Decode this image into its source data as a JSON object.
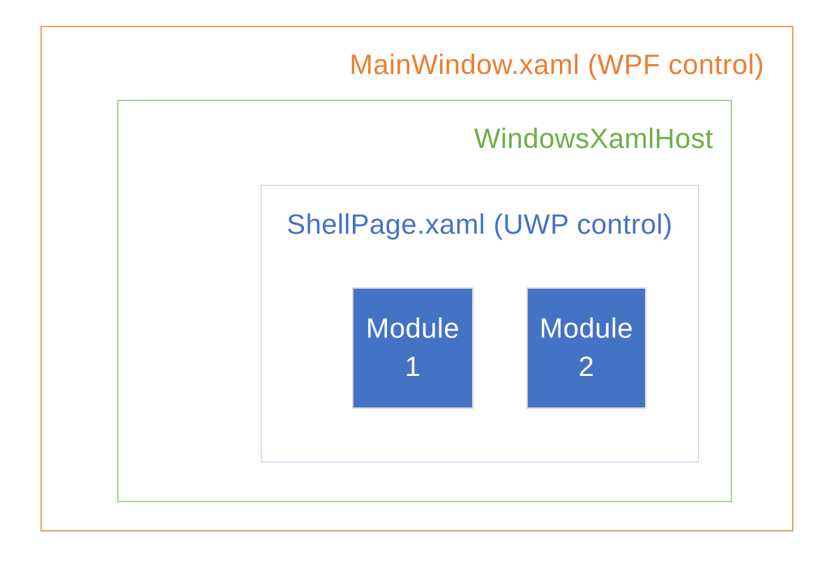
{
  "diagram": {
    "boxes": {
      "outer": {
        "label": "MainWindow.xaml (WPF control)"
      },
      "host": {
        "label": "WindowsXamlHost"
      },
      "shell": {
        "label": "ShellPage.xaml (UWP control)"
      }
    },
    "modules": [
      {
        "line1": "Module",
        "line2": "1"
      },
      {
        "line1": "Module",
        "line2": "2"
      }
    ]
  },
  "colors": {
    "background": "#FFFFFF",
    "outer_border": "#F19C62",
    "outer_text": "#ED7D31",
    "host_border": "#A8D08D",
    "host_text": "#70AD47",
    "shell_border": "#B4C7E7",
    "shell_text": "#4472C4",
    "module_fill": "#4472C4",
    "module_border": "#D6D6D6",
    "module_text": "#FFFFFF"
  }
}
